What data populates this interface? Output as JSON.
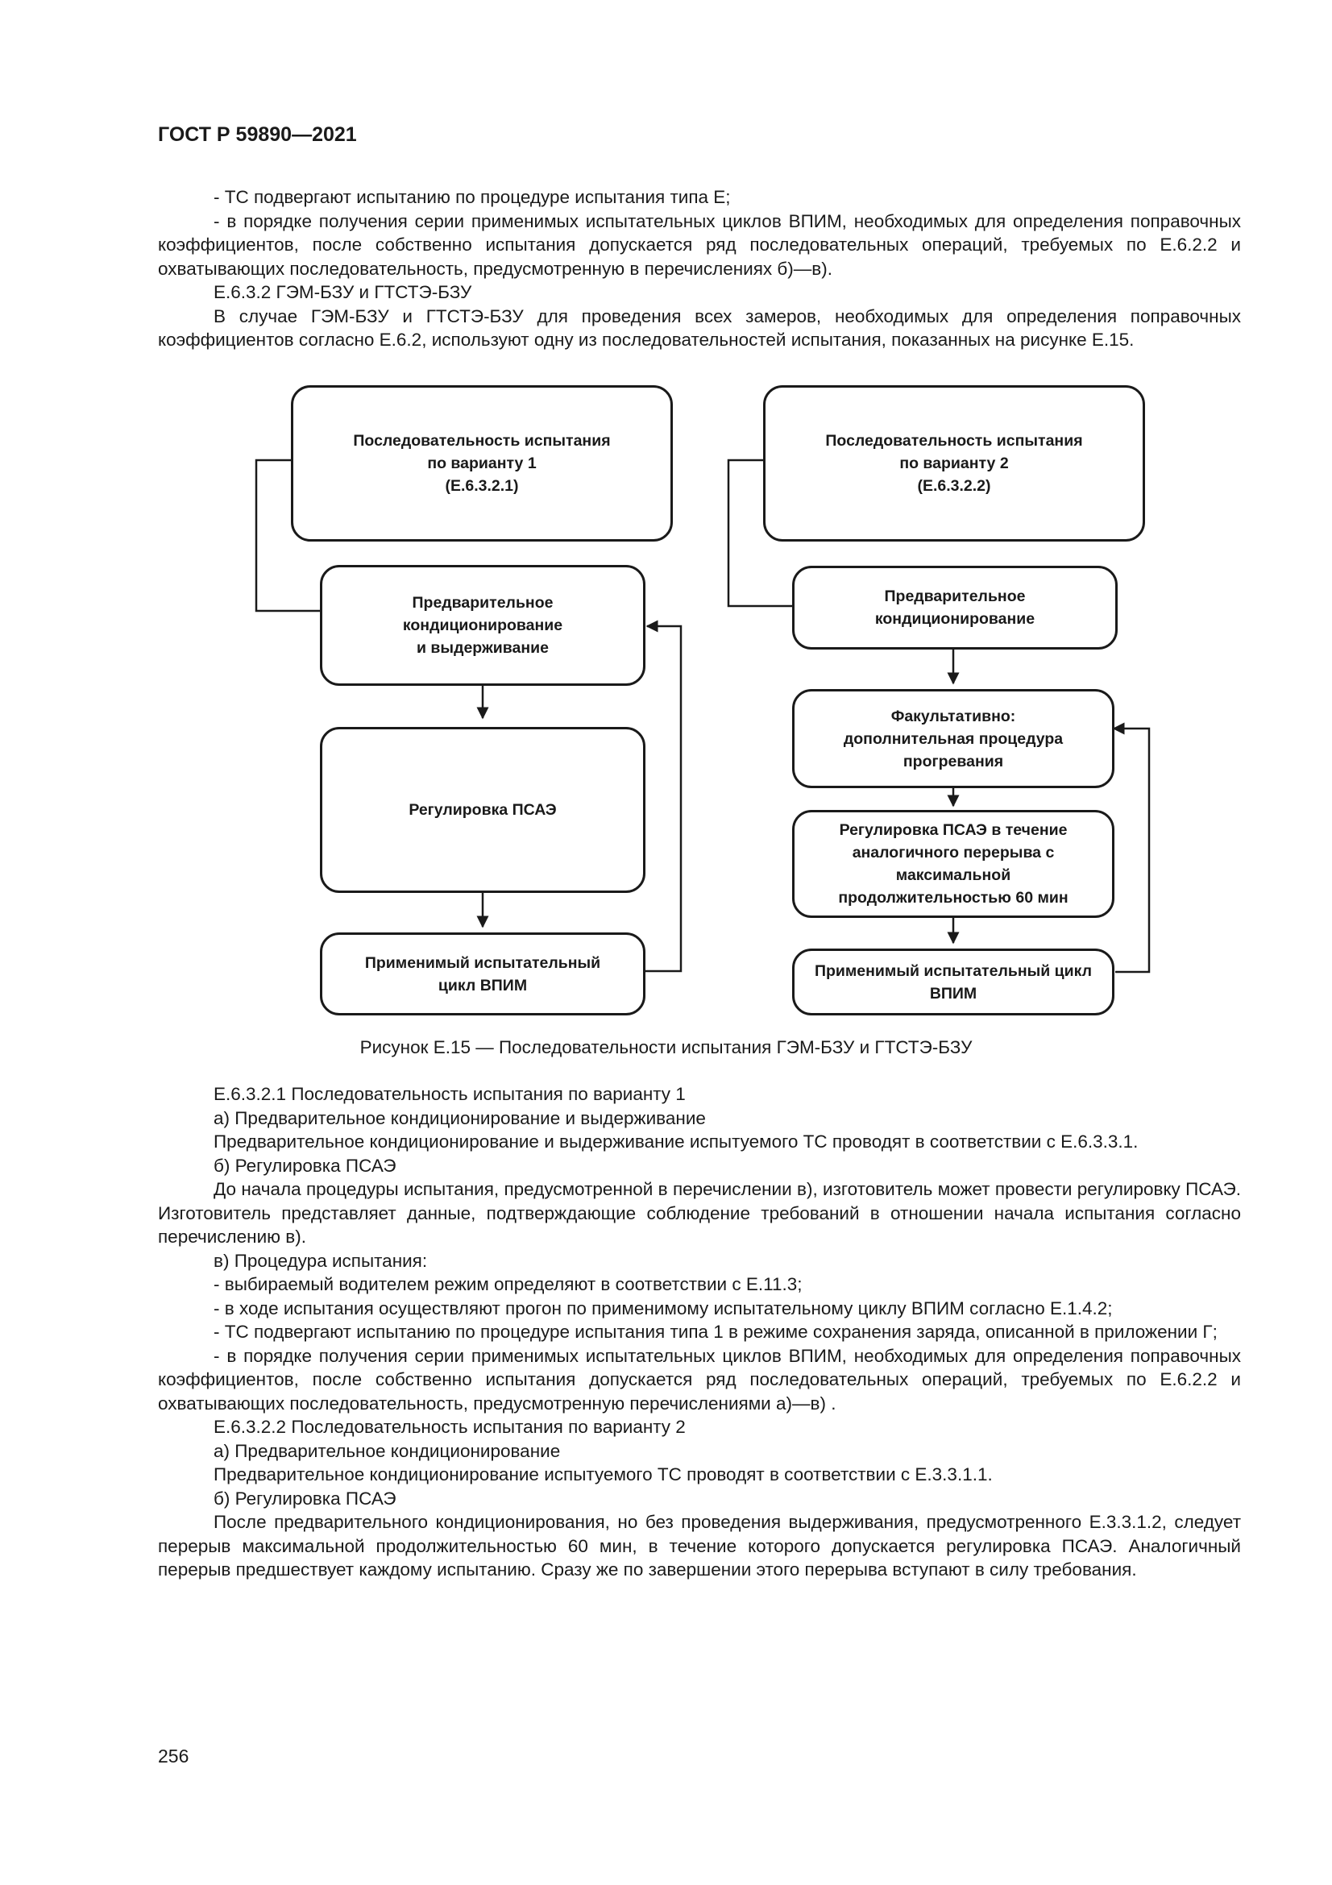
{
  "header": {
    "doc_code": "ГОСТ Р 59890—2021"
  },
  "intro_paragraphs": [
    "- ТС подвергают испытанию по процедуре испытания типа Е;",
    "- в порядке получения серии применимых испытательных циклов ВПИМ, необходимых для определения поправочных коэффициентов, после собственно испытания допускается ряд последовательных операций, требуемых по Е.6.2.2 и охватывающих последовательность, предусмотренную в перечислениях б)—в).",
    "Е.6.3.2 ГЭМ-БЗУ и ГТСТЭ-БЗУ",
    "В случае ГЭМ-БЗУ и ГТСТЭ-БЗУ для проведения всех замеров, необходимых для определения поправочных коэффициентов согласно Е.6.2, используют одну из последовательностей испытания, показанных на рисунке Е.15."
  ],
  "diagram": {
    "left": {
      "box1": [
        "Последовательность испытания",
        "по варианту 1",
        "(Е.6.3.2.1)"
      ],
      "box2": [
        "Предварительное",
        "кондиционирование",
        "и выдерживание"
      ],
      "box3": [
        "Регулировка ПСАЭ"
      ],
      "box4": [
        "Применимый испытательный",
        "цикл ВПИМ"
      ]
    },
    "right": {
      "box1": [
        "Последовательность испытания",
        "по варианту 2",
        "(Е.6.3.2.2)"
      ],
      "box2": [
        "Предварительное",
        "кондиционирование"
      ],
      "box3": [
        "Факультативно:",
        "дополнительная процедура",
        "прогревания"
      ],
      "box4": [
        "Регулировка ПСАЭ в течение",
        "аналогичного перерыва с",
        "максимальной",
        "продолжительностью 60 мин"
      ],
      "box5": [
        "Применимый испытательный цикл",
        "ВПИМ"
      ]
    }
  },
  "figure_caption": "Рисунок Е.15 — Последовательности испытания ГЭМ-БЗУ и ГТСТЭ-БЗУ",
  "body_paragraphs": [
    "Е.6.3.2.1 Последовательность испытания по варианту 1",
    "а) Предварительное кондиционирование и выдерживание",
    "Предварительное кондиционирование и выдерживание испытуемого ТС проводят в соответствии с Е.6.3.3.1.",
    "б) Регулировка ПСАЭ",
    "До начала процедуры испытания, предусмотренной в перечислении в), изготовитель может провести регулировку ПСАЭ. Изготовитель представляет данные, подтверждающие соблюдение требований в отношении начала испытания согласно перечислению в).",
    "в) Процедура испытания:",
    "- выбираемый водителем режим определяют в соответствии с Е.11.3;",
    "- в ходе испытания осуществляют прогон по применимому испытательному циклу ВПИМ согласно Е.1.4.2;",
    "- ТС подвергают испытанию по процедуре испытания типа 1 в режиме сохранения заряда, описанной в приложении Г;",
    "- в порядке получения серии применимых испытательных циклов ВПИМ, необходимых для определения поправочных коэффициентов, после собственно испытания допускается ряд последовательных операций, требуемых по Е.6.2.2 и охватывающих последовательность, предусмотренную перечислениями а)—в) .",
    "Е.6.3.2.2 Последовательность испытания по варианту 2",
    "а) Предварительное кондиционирование",
    "Предварительное кондиционирование испытуемого ТС проводят в соответствии с Е.3.3.1.1.",
    "б) Регулировка ПСАЭ",
    "После предварительного кондиционирования, но без проведения выдерживания, предусмотренного Е.3.3.1.2, следует перерыв максимальной продолжительностью 60 мин, в течение которого допускается регулировка ПСАЭ. Аналогичный перерыв предшествует каждому испытанию. Сразу же по завершении этого перерыва вступают в силу требования."
  ],
  "page_number": "256"
}
